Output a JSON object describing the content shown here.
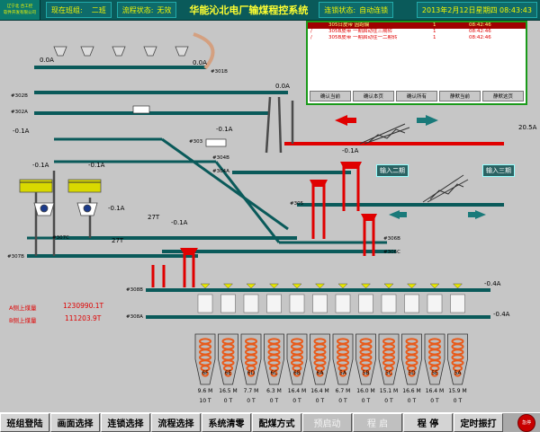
{
  "header": {
    "logo_line1": "辽宁北 合工控",
    "logo_line2": "软件开发有限公司",
    "shift_label": "现在班组:",
    "shift_value": "二班",
    "flow_label": "流程状态:",
    "flow_value": "无效",
    "title": "华能沁北电厂输煤程控系统",
    "link_label": "连锁状态:",
    "link_value": "自动连锁",
    "datetime": "2013年2月12日星期四  08:43:43"
  },
  "alarm": {
    "header": {
      "c1": "",
      "c2": "305日皮带  因跑偏",
      "c3": "1",
      "c4": "08:42:46"
    },
    "rows": [
      {
        "c1": "/",
        "c2": "305B皮带 一期启动往三期转",
        "c3": "1",
        "c4": "08:42:46"
      },
      {
        "c1": "/",
        "c2": "305B皮带 一期启动往一二期转",
        "c3": "1",
        "c4": "08:42:46"
      }
    ],
    "buttons": [
      "确认当前",
      "确认本页",
      "确认所有",
      "静默当前",
      "静默这页"
    ]
  },
  "belt_labels": {
    "b301b": "#301B",
    "b302b": "#302B",
    "b302a": "#302A",
    "b303": "#303",
    "b304b": "#304B",
    "b304a": "#304A",
    "b305": "#305",
    "b306b": "#306B",
    "b306c": "#306C",
    "b307c": "#307C",
    "b307b": "#307B",
    "b308b": "#308B",
    "b308a": "#308A"
  },
  "currents": {
    "a1": "0.0A",
    "a2": "0.0A",
    "a3": "0.0A",
    "a4": "-0.1A",
    "a5": "-0.1A",
    "a6": "-0.1A",
    "a7": "-0.1A",
    "a8": "-0.1A",
    "a9": "-0.1A",
    "a10": "-0.1A",
    "a11": "20.5A",
    "a12": "-0.4A",
    "a13": "-0.4A",
    "t1": "27T",
    "t2": "27T"
  },
  "side_buttons": {
    "to12": "输入二期",
    "to3": "输入三期"
  },
  "stats": {
    "a_label": "A侧上煤量",
    "a_value": "1230990.1T",
    "b_label": "B侧上煤量",
    "b_value": "111203.9T"
  },
  "bunkers": [
    {
      "tag": "6F",
      "level": "9.6 M",
      "weight": "10 T"
    },
    {
      "tag": "6E",
      "level": "16.5 M",
      "weight": "0 T"
    },
    {
      "tag": "6D",
      "level": "7.7 M",
      "weight": "0 T"
    },
    {
      "tag": "6C",
      "level": "6.3 M",
      "weight": "0 T"
    },
    {
      "tag": "6B",
      "level": "16.4 M",
      "weight": "0 T"
    },
    {
      "tag": "6A",
      "level": "16.4 M",
      "weight": "0 T"
    },
    {
      "tag": "5A",
      "level": "6.7 M",
      "weight": "0 T"
    },
    {
      "tag": "5B",
      "level": "16.0 M",
      "weight": "0 T"
    },
    {
      "tag": "5C",
      "level": "15.1 M",
      "weight": "0 T"
    },
    {
      "tag": "5D",
      "level": "16.6 M",
      "weight": "0 T"
    },
    {
      "tag": "5E",
      "level": "16.4 M",
      "weight": "0 T"
    },
    {
      "tag": "5A",
      "level": "15.9 M",
      "weight": "0 T"
    }
  ],
  "footer": {
    "b1": "班组登陆",
    "b2": "画面选择",
    "b3": "连锁选择",
    "b4": "流程选择",
    "b5": "系统清零",
    "b6": "配煤方式",
    "b7": "预启动",
    "b8": "程 启",
    "b9": "程 停",
    "b10": "定时振打",
    "stop": "急停"
  },
  "colors": {
    "belt": "#0a5a5a",
    "running": "#e00000",
    "arrow_red": "#e00000",
    "arrow_teal": "#1a7a7a",
    "background": "#c6c6c6"
  }
}
